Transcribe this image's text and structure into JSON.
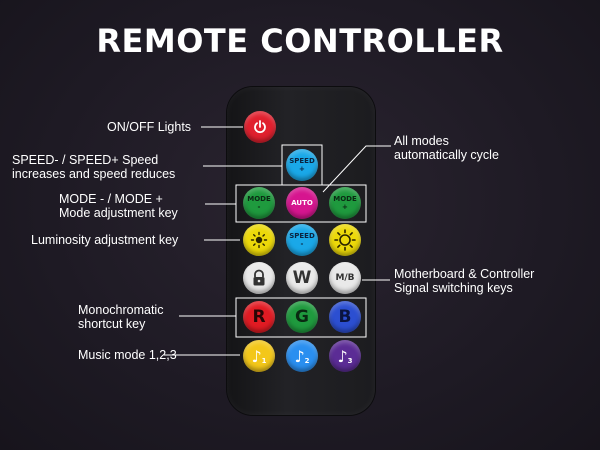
{
  "title": "REMOTE CONTROLLER",
  "labels": {
    "onoff": "ON/OFF Lights",
    "speed_1": "SPEED- / SPEED+ Speed",
    "speed_2": "increases and speed reduces",
    "mode_1": "MODE - / MODE +",
    "mode_2": "Mode adjustment key",
    "lum": "Luminosity adjustment key",
    "mono_1": "Monochromatic",
    "mono_2": "shortcut key",
    "music": "Music mode 1,2,3",
    "allmodes_1": "All modes",
    "allmodes_2": "automatically cycle",
    "mb_1": "Motherboard & Controller",
    "mb_2": "Signal switching keys"
  },
  "buttons": {
    "power_icon": "power-icon",
    "speed_plus_1": "SPEED",
    "speed_plus_2": "+",
    "mode_minus_1": "MODE",
    "mode_minus_2": "-",
    "auto": "AUTO",
    "mode_plus_1": "MODE",
    "mode_plus_2": "+",
    "bright_down_icon": "sun-small-icon",
    "speed_minus_1": "SPEED",
    "speed_minus_2": "-",
    "bright_up_icon": "sun-large-icon",
    "lock_icon": "lock-icon",
    "w": "W",
    "mb": "M/B",
    "r": "R",
    "g": "G",
    "b": "B",
    "music1": "♪",
    "music1_sub": "1",
    "music2": "♪",
    "music2_sub": "2",
    "music3": "♪",
    "music3_sub": "3"
  },
  "colors": {
    "power": "#e0202e",
    "cyan": "#1aa8e8",
    "green": "#1f9a3e",
    "magenta": "#d6158f",
    "yellow": "#ecd90a",
    "white": "#e9e9e9",
    "red": "#e11b23",
    "blue": "#2c4fd1",
    "yellow_music": "#f3c71a",
    "blue_music": "#2a8ff0",
    "purple_music": "#5b2c95"
  }
}
